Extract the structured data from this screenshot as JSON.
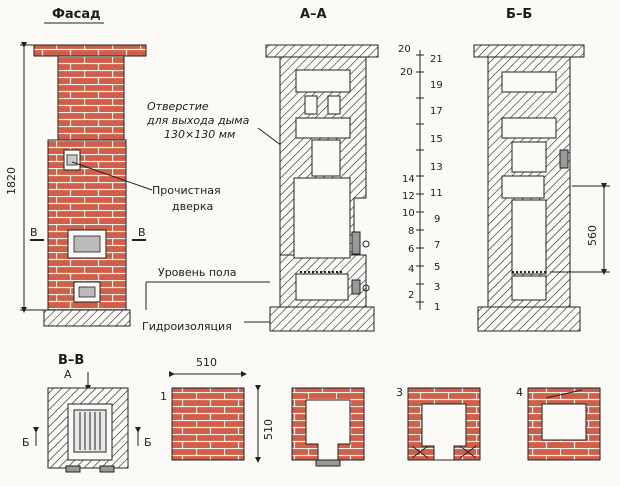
{
  "titles": {
    "facade": "Фасад",
    "aa": "А–А",
    "bb": "Б–Б",
    "vv": "В–В"
  },
  "facade": {
    "height": "1820",
    "section_left": "В",
    "section_right": "В"
  },
  "annotations": {
    "smoke_l1": "Отверстие",
    "smoke_l2": "для выхода дыма",
    "smoke_l3": "130×130 мм",
    "door_l1": "Прочистная",
    "door_l2": "дверка",
    "floor": "Уровень пола",
    "waterproof": "Гидроизоляция"
  },
  "scale_left": [
    "20",
    "14",
    "12",
    "10",
    "8",
    "6",
    "4",
    "2"
  ],
  "scale_right": [
    "21",
    "19",
    "17",
    "15",
    "13",
    "11",
    "9",
    "7",
    "5",
    "3",
    "1"
  ],
  "scale_top_left": "20",
  "bb_dim": "560",
  "vv": {
    "arrow_a": "А",
    "arrow_b_left": "Б",
    "arrow_b_right": "Б"
  },
  "plans": {
    "width": "510",
    "height": "510",
    "n1": "1",
    "n3": "3",
    "n4": "4"
  },
  "colors": {
    "brick": "#cf5f49",
    "mortar": "#f3ece4",
    "line": "#222222"
  }
}
